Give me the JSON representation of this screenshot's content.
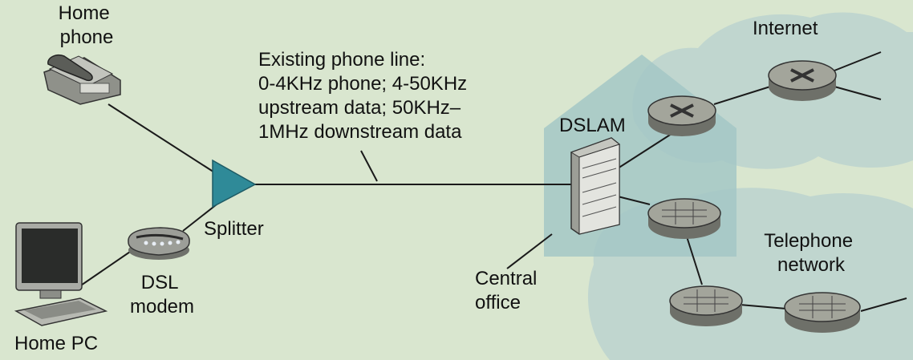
{
  "labels": {
    "home_phone": [
      "Home",
      "phone"
    ],
    "phone_line": [
      "Existing phone line:",
      "0-4KHz phone; 4-50KHz",
      "upstream data; 50KHz–",
      "1MHz downstream data"
    ],
    "dslam": "DSLAM",
    "internet": "Internet",
    "splitter": "Splitter",
    "telephone_network": [
      "Telephone",
      "network"
    ],
    "central_office": [
      "Central",
      "office"
    ],
    "dsl_modem": [
      "DSL",
      "modem"
    ],
    "home_pc": "Home PC"
  },
  "colors": {
    "background": "#d9e6cf",
    "cloud": "#c0d6cf",
    "house": "#a3c7c5",
    "router": "#a3a59b",
    "splitter": "#2f8a98"
  }
}
